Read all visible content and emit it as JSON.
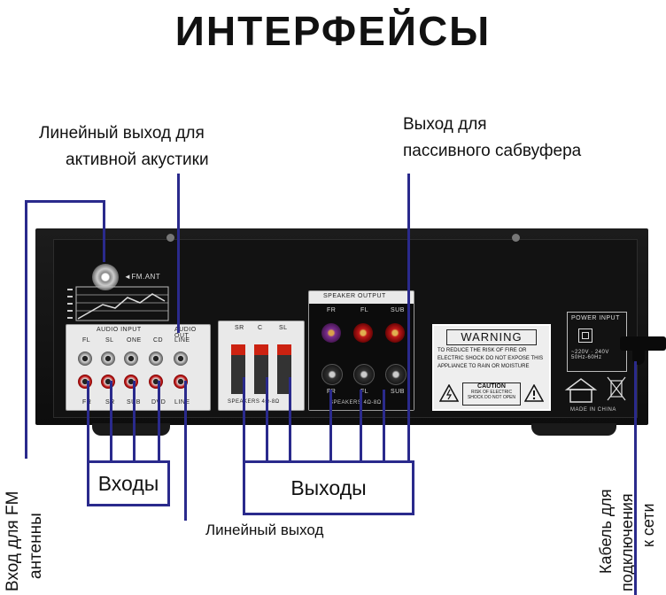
{
  "title": "ИНТЕРФЕЙСЫ",
  "callouts": {
    "line_out_active_1": "Линейный выход для",
    "line_out_active_2": "активной акустики",
    "sub_out_1": "Выход для",
    "sub_out_2": "пассивного сабвуфера",
    "fm_input_1": "Вход для FM",
    "fm_input_2": "антенны",
    "inputs": "Входы",
    "outputs": "Выходы",
    "line_out": "Линейный выход",
    "power_cable_1": "Кабель для",
    "power_cable_2": "подключения",
    "power_cable_3": "к сети"
  },
  "device": {
    "fm_ant": "◄FM.ANT",
    "audio_input": "AUDIO INPUT",
    "audio_out": "AUDIO OUT",
    "input_labels": [
      "FL",
      "SL",
      "ONE",
      "CD",
      "LINE"
    ],
    "input_bottom_labels": [
      "FR",
      "SR",
      "SUB",
      "DVD",
      "LINE"
    ],
    "speaker_output": "SPEAKER OUTPUT",
    "speaker_channels_top": [
      "FR",
      "FL",
      "SUB"
    ],
    "speaker_channels_bottom": [
      "FR",
      "FL",
      "SUB"
    ],
    "surround_labels": [
      "SR",
      "C",
      "SL"
    ],
    "speakers_left": "SPEAKERS 4Ω-8Ω",
    "speakers_right": "SPEAKERS 4Ω-8Ω",
    "warning_title": "WARNING",
    "warning_text": "TO REDUCE THE RISK OF FIRE OR ELECTRIC SHOCK DO NOT EXPOSE THIS APPLIANCE TO RAIN OR MOISTURE",
    "caution_title": "CAUTION",
    "caution_text": "RISK OF ELECTRIC SHOCK DO NOT OPEN",
    "power_input": "POWER INPUT",
    "voltage": "~220V · 240V 50Hz-60Hz",
    "made_in": "MADE IN CHINA"
  }
}
